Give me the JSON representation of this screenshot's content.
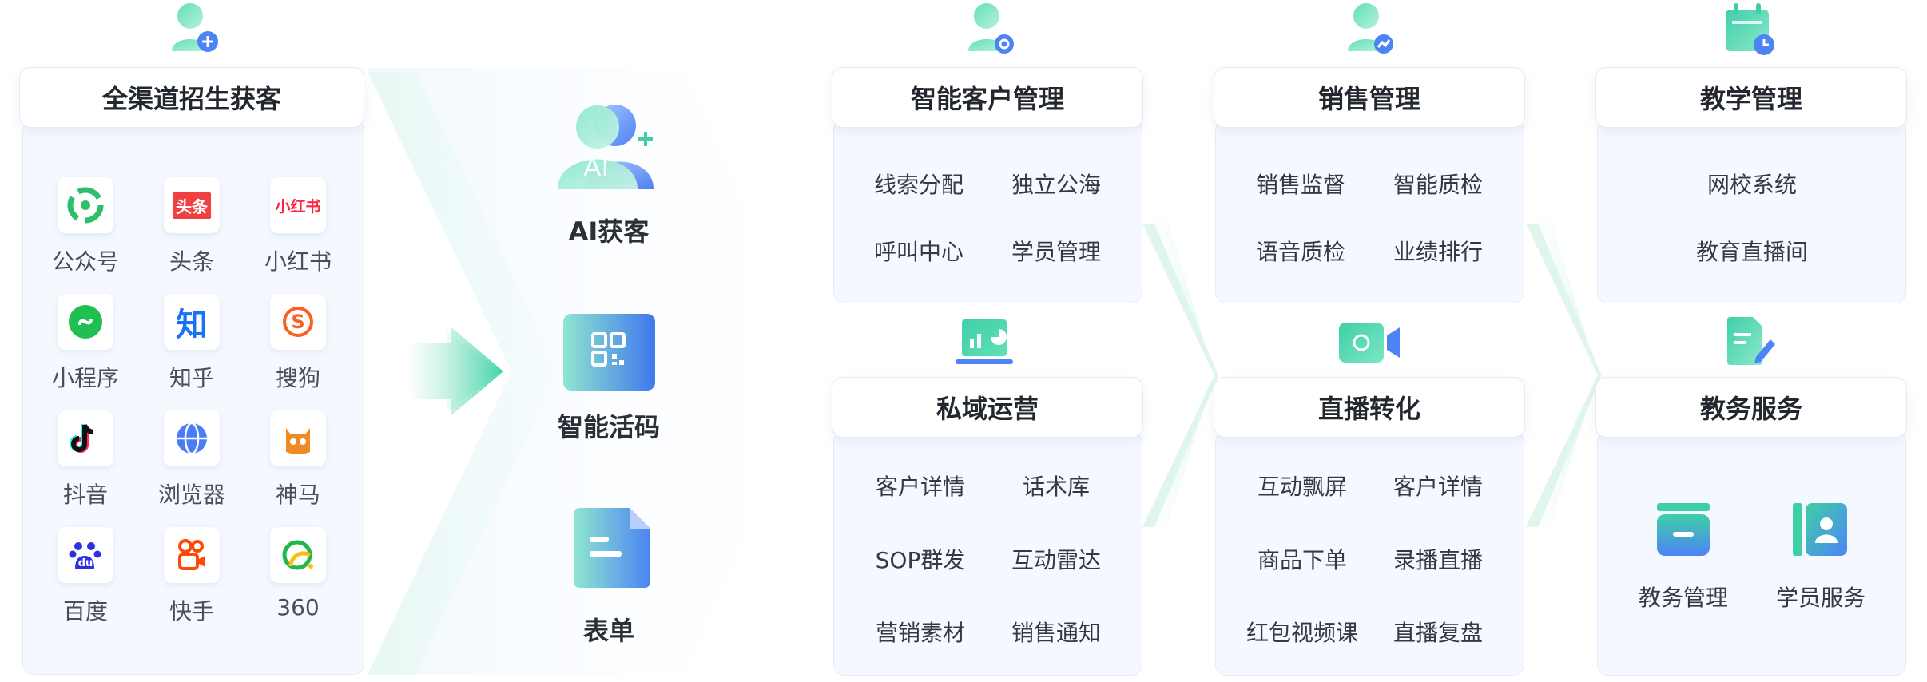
{
  "colors": {
    "accent": "#3fcfa7",
    "blue": "#4d7cf6",
    "card_bg": "#f5f9ff",
    "card_border": "#e2ebf7"
  },
  "stage1": {
    "title": "全渠道招生获客",
    "icon": "user-plus-icon",
    "channels": [
      {
        "label": "公众号",
        "icon": "wechat-official-icon"
      },
      {
        "label": "头条",
        "icon": "toutiao-icon",
        "badge": "头条"
      },
      {
        "label": "小红书",
        "icon": "xiaohongshu-icon",
        "badge": "小红书"
      },
      {
        "label": "小程序",
        "icon": "mini-program-icon"
      },
      {
        "label": "知乎",
        "icon": "zhihu-icon",
        "badge": "知"
      },
      {
        "label": "搜狗",
        "icon": "sogou-icon",
        "badge": "S"
      },
      {
        "label": "抖音",
        "icon": "douyin-icon"
      },
      {
        "label": "浏览器",
        "icon": "browser-icon"
      },
      {
        "label": "神马",
        "icon": "shenma-icon"
      },
      {
        "label": "百度",
        "icon": "baidu-icon",
        "badge": "du"
      },
      {
        "label": "快手",
        "icon": "kuaishou-icon"
      },
      {
        "label": "360",
        "icon": "360-icon"
      }
    ]
  },
  "stage2": {
    "items": [
      {
        "label": "AI获客",
        "icon": "ai-users-icon",
        "badge": "AI"
      },
      {
        "label": "智能活码",
        "icon": "qr-code-icon"
      },
      {
        "label": "表单",
        "icon": "form-document-icon"
      }
    ]
  },
  "crm": {
    "title": "智能客户管理",
    "icon": "user-settings-icon",
    "items": [
      "线索分配",
      "独立公海",
      "呼叫中心",
      "学员管理"
    ]
  },
  "private": {
    "title": "私域运营",
    "icon": "analytics-laptop-icon",
    "items": [
      "客户详情",
      "话术库",
      "SOP群发",
      "互动雷达",
      "营销素材",
      "销售通知"
    ]
  },
  "sales": {
    "title": "销售管理",
    "icon": "user-chart-icon",
    "items": [
      "销售监督",
      "智能质检",
      "语音质检",
      "业绩排行"
    ]
  },
  "live": {
    "title": "直播转化",
    "icon": "video-camera-icon",
    "items": [
      "互动飘屏",
      "客户详情",
      "商品下单",
      "录播直播",
      "红包视频课",
      "直播复盘"
    ]
  },
  "teaching": {
    "title": "教学管理",
    "icon": "calendar-clock-icon",
    "items": [
      "网校系统",
      "教育直播间"
    ]
  },
  "affairs": {
    "title": "教务服务",
    "icon": "document-edit-icon",
    "items": [
      {
        "label": "教务管理",
        "icon": "admin-box-icon"
      },
      {
        "label": "学员服务",
        "icon": "student-card-icon"
      }
    ]
  }
}
